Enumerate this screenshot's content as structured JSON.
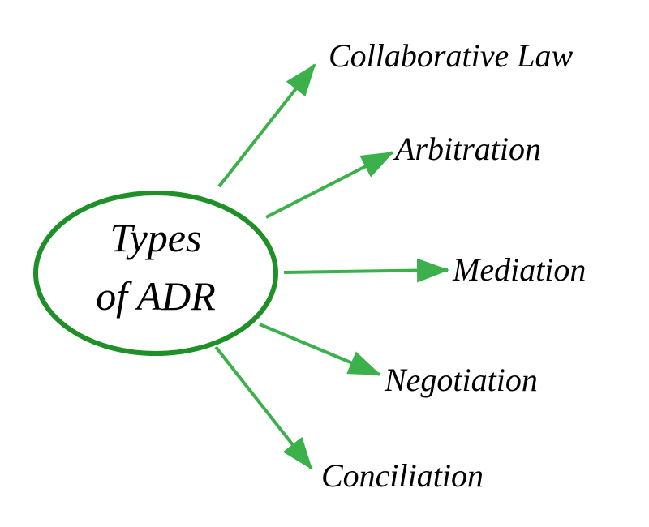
{
  "center": {
    "line1": "Types",
    "line2": "of ADR"
  },
  "branches": [
    {
      "label": "Collaborative Law"
    },
    {
      "label": "Arbitration"
    },
    {
      "label": "Mediation"
    },
    {
      "label": "Negotiation"
    },
    {
      "label": "Conciliation"
    }
  ],
  "colors": {
    "ellipse_stroke": "#1f8f28",
    "arrow": "#3cb04a",
    "text": "#000000",
    "background": "#ffffff"
  }
}
